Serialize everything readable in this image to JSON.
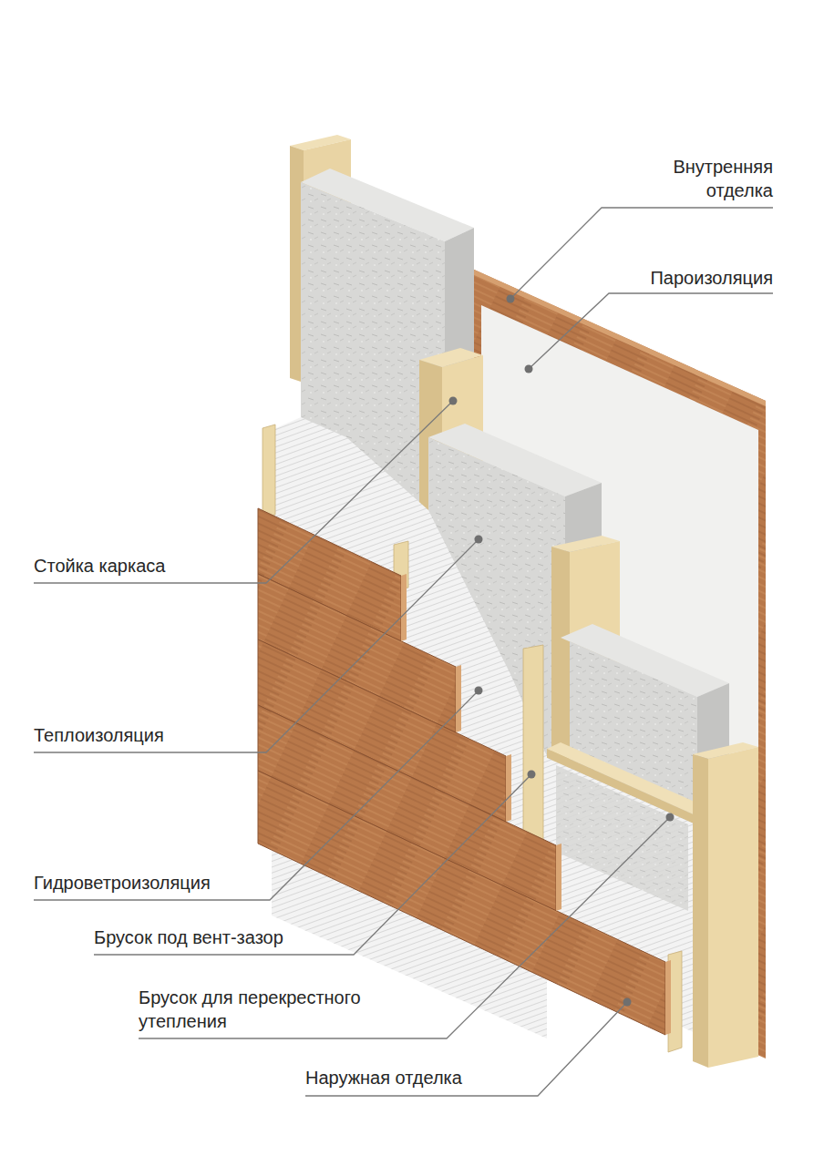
{
  "diagram": {
    "labels": [
      "Внутренняя отделка",
      "Пароизоляция",
      "Стойка каркаса",
      "Теплоизоляция",
      "Гидроветроизоляция",
      "Брусок под вент-зазор",
      "Брусок для перекрестного утепления",
      "Наружная отделка"
    ]
  }
}
